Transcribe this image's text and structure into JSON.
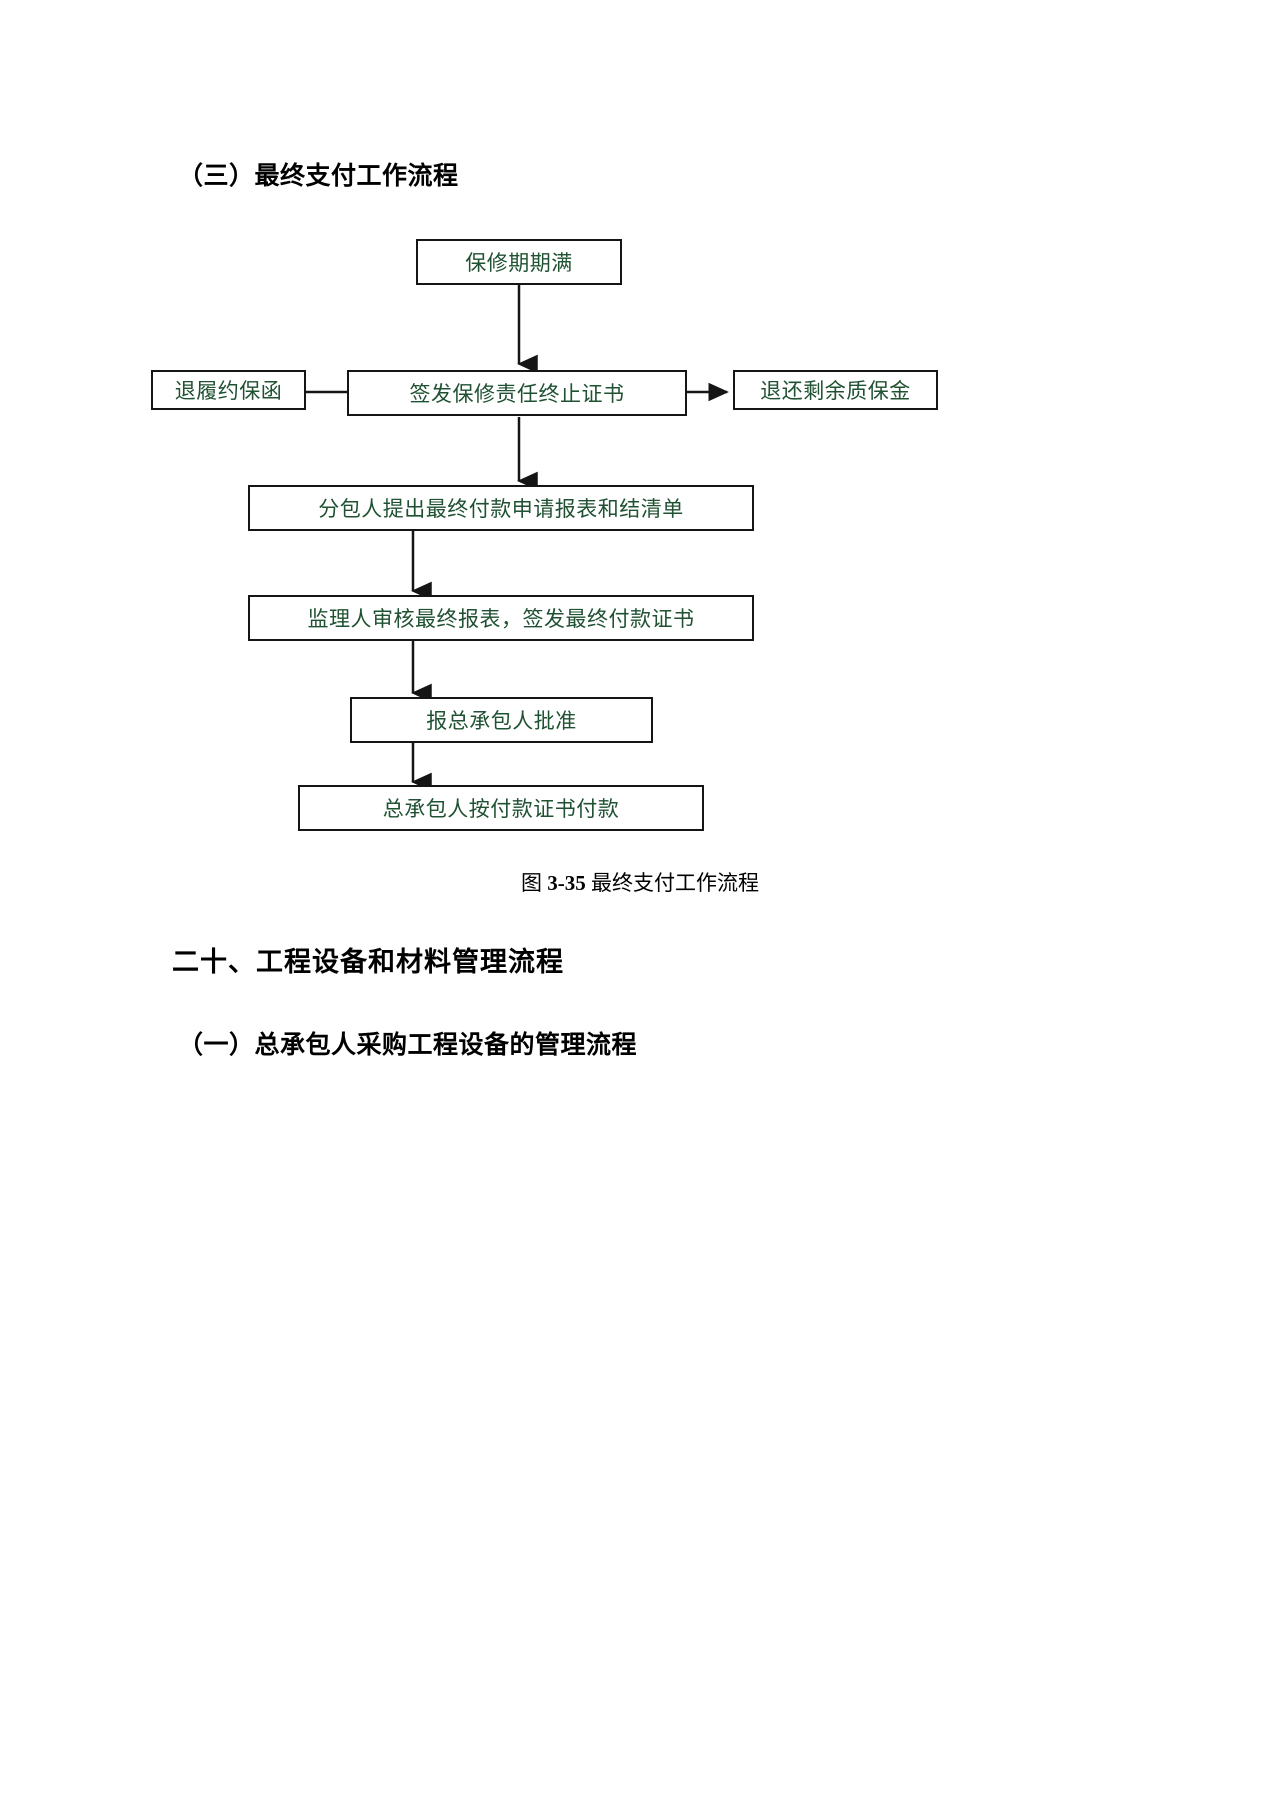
{
  "document": {
    "subsection_final_payment": "（三）最终支付工作流程",
    "section_equipment_material": "二十、工程设备和材料管理流程",
    "subsection_contractor_procurement": "（一）总承包人采购工程设备的管理流程"
  },
  "figure": {
    "caption_prefix": "图",
    "caption_number": "3-35",
    "caption_title": "最终支付工作流程",
    "box_text_color": "#1f5132",
    "box_border_color": "#151515"
  },
  "chart_data": {
    "type": "diagram",
    "title": "最终支付工作流程",
    "nodes": [
      {
        "id": "n1",
        "label": "保修期期满"
      },
      {
        "id": "n2",
        "label": "签发保修责任终止证书"
      },
      {
        "id": "n3",
        "label": "退履约保函"
      },
      {
        "id": "n4",
        "label": "退还剩余质保金"
      },
      {
        "id": "n5",
        "label": "分包人提出最终付款申请报表和结清单"
      },
      {
        "id": "n6",
        "label": "监理人审核最终报表，签发最终付款证书"
      },
      {
        "id": "n7",
        "label": "报总承包人批准"
      },
      {
        "id": "n8",
        "label": "总承包人按付款证书付款"
      }
    ],
    "edges": [
      {
        "from": "n1",
        "to": "n2",
        "direction": "down"
      },
      {
        "from": "n2",
        "to": "n3",
        "direction": "left"
      },
      {
        "from": "n2",
        "to": "n4",
        "direction": "right"
      },
      {
        "from": "n2",
        "to": "n5",
        "direction": "down"
      },
      {
        "from": "n5",
        "to": "n6",
        "direction": "down"
      },
      {
        "from": "n6",
        "to": "n7",
        "direction": "down"
      },
      {
        "from": "n7",
        "to": "n8",
        "direction": "down"
      }
    ]
  }
}
